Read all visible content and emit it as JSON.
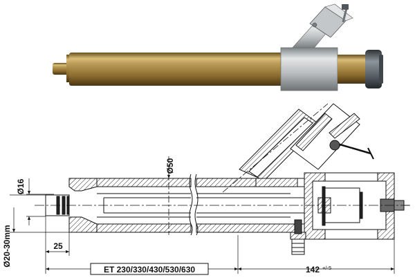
{
  "dimensions": {
    "d16": "Ø16",
    "d50": "Ø50",
    "d20_30": "Ø20-30mm",
    "len25": "25",
    "et_range": "ET 230/330/430/530/630",
    "len142": "142",
    "tol142": "+/-5"
  },
  "photo": {
    "brass_color": "#a8873f",
    "aluminium_color": "#c9ccce",
    "cap_color": "#5e666c"
  }
}
